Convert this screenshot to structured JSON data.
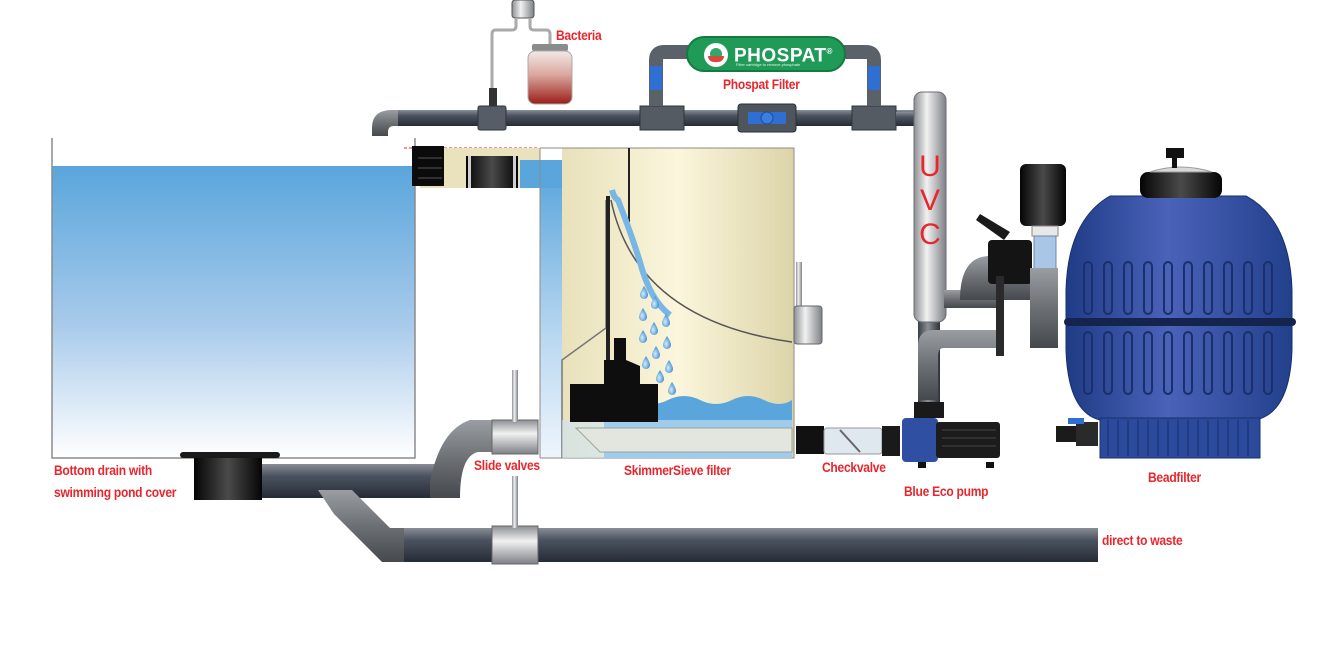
{
  "diagram": {
    "title": "",
    "labels": {
      "bacteria": "Bacteria",
      "phospat_filter": "Phospat Filter",
      "uvc": "U\nV\nC",
      "bottom_drain_line1": "Bottom drain with",
      "bottom_drain_line2": "swimming pond cover",
      "slide_valves": "Slide valves",
      "skimmersieve": "SkimmerSieve filter",
      "checkvalve": "Checkvalve",
      "blue_eco_pump": "Blue Eco pump",
      "beadfilter": "Beadfilter",
      "direct_to_waste": "direct to waste"
    },
    "phospat_badge": {
      "brand": "PHOSPAT",
      "registered": "®",
      "tagline": "Filter cartridge to remove phosphate"
    },
    "colors": {
      "label_red": "#e8262d",
      "pipe_dark": "#3b4350",
      "pipe_grey": "#6f7378",
      "water_blue": "#5aa5dc",
      "skimmer_cream": "#ece6c2",
      "beadfilter_blue": "#2f4fa3",
      "phospat_green": "#1f9b57"
    }
  }
}
